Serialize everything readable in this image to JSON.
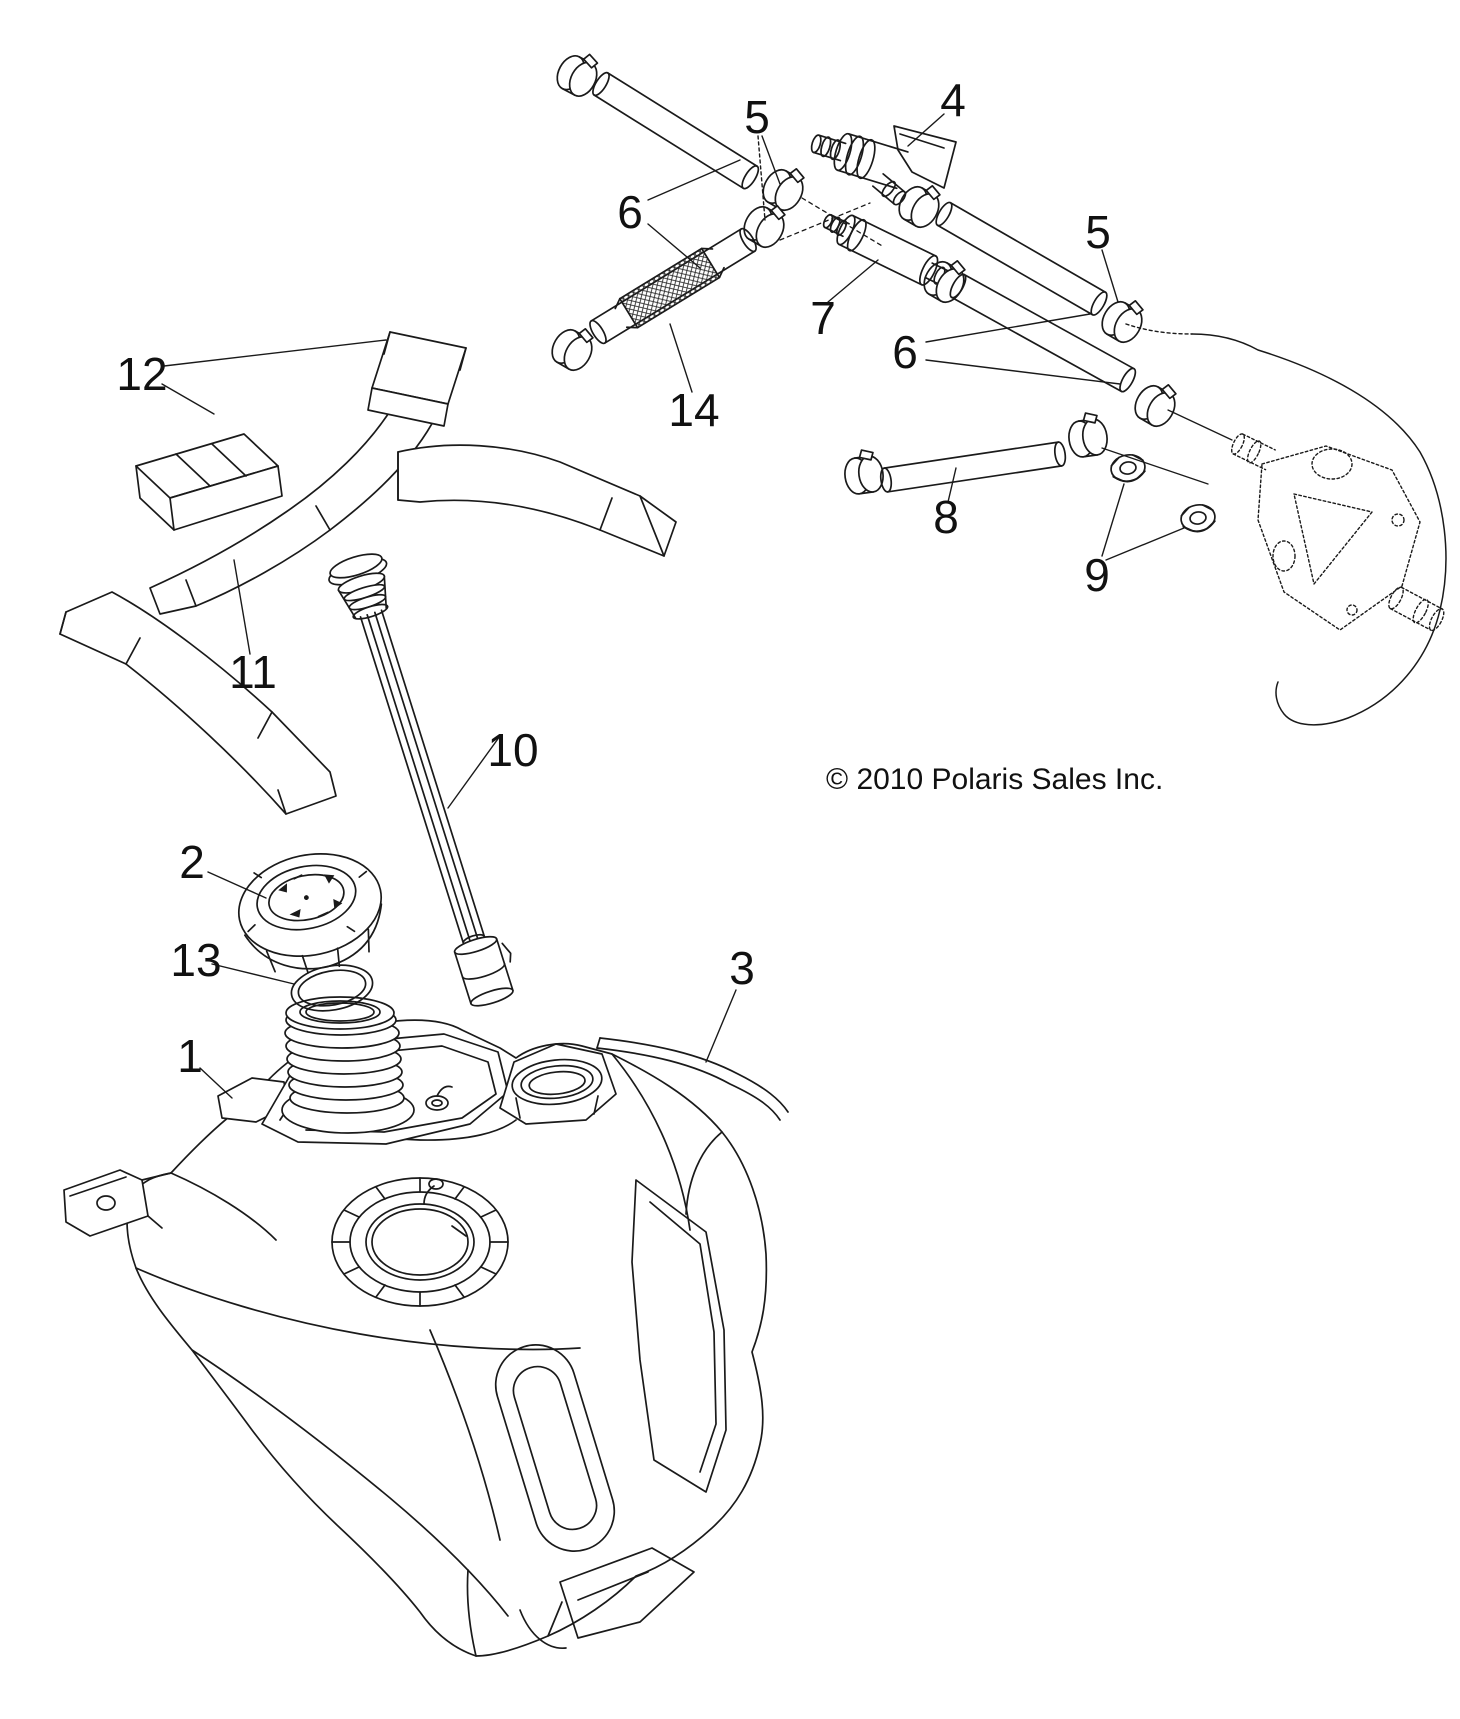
{
  "diagram": {
    "type": "exploded-parts-diagram",
    "subject": "fuel-system",
    "copyright": "© 2010 Polaris Sales Inc.",
    "callouts": [
      {
        "label": "1",
        "target": "fuel-tank"
      },
      {
        "label": "2",
        "target": "fuel-cap"
      },
      {
        "label": "3",
        "target": "vent-line"
      },
      {
        "label": "4",
        "target": "fuel-valve"
      },
      {
        "label": "5",
        "target": "hose-clamps-upper"
      },
      {
        "label": "5",
        "target": "hose-clamp-right"
      },
      {
        "label": "6",
        "target": "fuel-lines-left"
      },
      {
        "label": "6",
        "target": "fuel-lines-right"
      },
      {
        "label": "7",
        "target": "check-valve"
      },
      {
        "label": "8",
        "target": "fuel-line-lower"
      },
      {
        "label": "9",
        "target": "flange-nuts"
      },
      {
        "label": "10",
        "target": "fuel-gauge-sender"
      },
      {
        "label": "11",
        "target": "foam-pad-lower"
      },
      {
        "label": "12",
        "target": "foam-pads-upper"
      },
      {
        "label": "13",
        "target": "filler-o-ring"
      },
      {
        "label": "14",
        "target": "braided-hose-cover"
      }
    ]
  },
  "colors": {
    "background": "#ffffff",
    "line": "#1a1a1a",
    "label": "#111111"
  }
}
